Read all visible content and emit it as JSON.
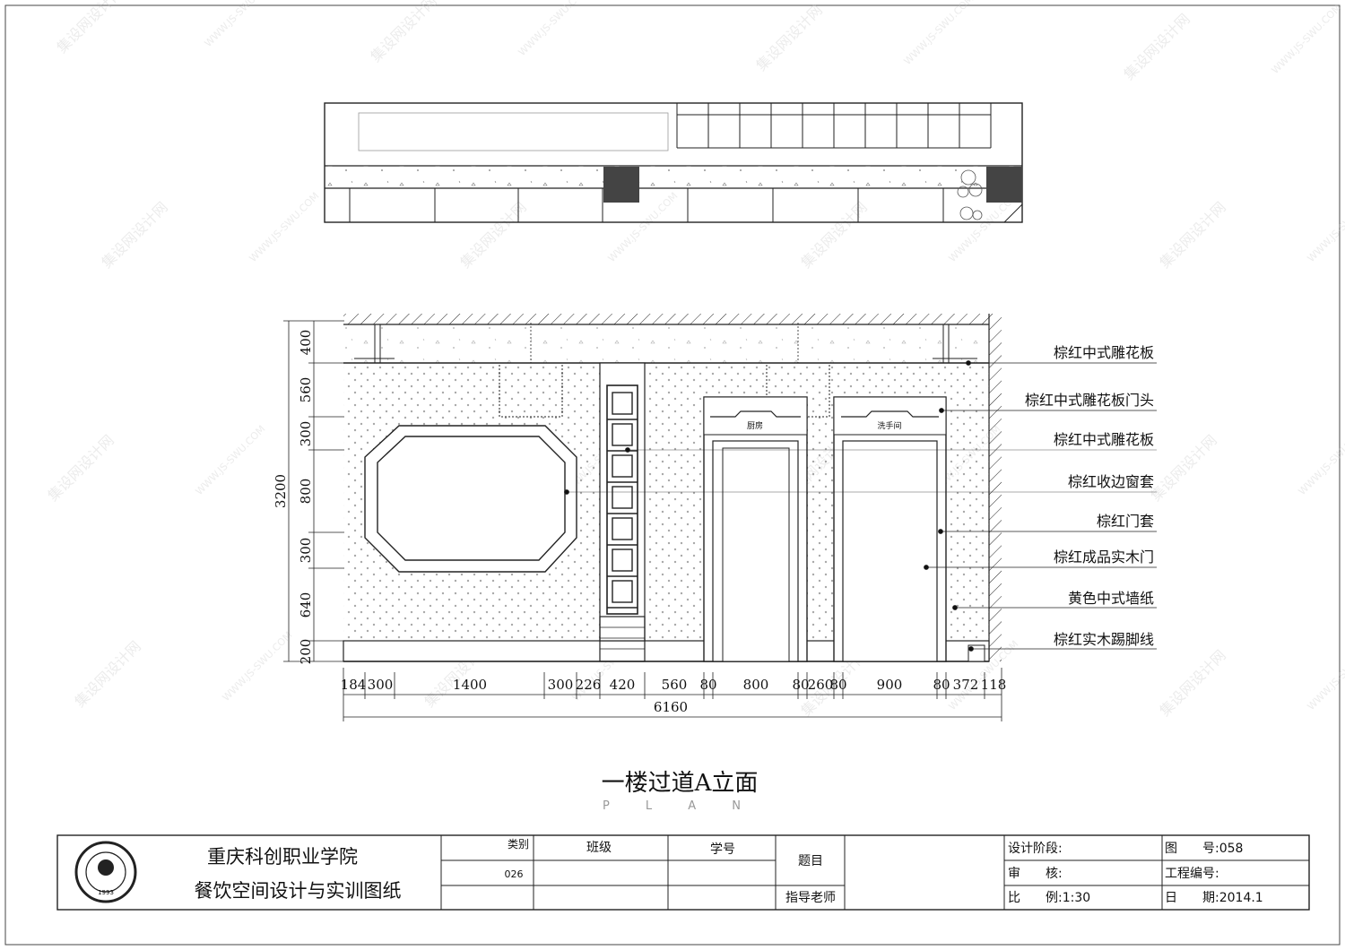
{
  "drawing": {
    "title": "一楼过道A立面",
    "subtitle": "P L A N",
    "door_labels": {
      "kitchen": "厨房",
      "washroom": "洗手间"
    },
    "callouts": [
      "棕红中式雕花板",
      "棕红中式雕花板门头",
      "棕红中式雕花板",
      "棕红收边窗套",
      "棕红门套",
      "棕红成品实木门",
      "黄色中式墙纸",
      "棕红实木踢脚线"
    ],
    "vertical_dims": {
      "total": "3200",
      "segments": [
        "400",
        "560",
        "300",
        "800",
        "300",
        "640",
        "200"
      ]
    },
    "horizontal_dims": {
      "total": "6160",
      "segments": [
        "184",
        "300",
        "1400",
        "300",
        "226",
        "420",
        "560",
        "80",
        "800",
        "80",
        "260",
        "80",
        "900",
        "80",
        "372",
        "118"
      ]
    }
  },
  "title_block": {
    "school": "重庆科创职业学院",
    "drawing_set": "餐饮空间设计与实训图纸",
    "logo_year": "1993",
    "category_label": "类别",
    "category_value": "026",
    "class_label": "班级",
    "student_id_label": "学号",
    "topic_label": "题目",
    "advisor_label": "指导老师",
    "design_stage_label": "设计阶段:",
    "review_label": "审　　核:",
    "scale_label": "比　　例:1:30",
    "drawing_no_label": "图　　号:058",
    "project_no_label": "工程编号:",
    "date_label": "日　　期:2014.1"
  },
  "watermark": {
    "text_cn": "集设网设计网",
    "text_url": "WWW.JS-SWU.COM"
  }
}
